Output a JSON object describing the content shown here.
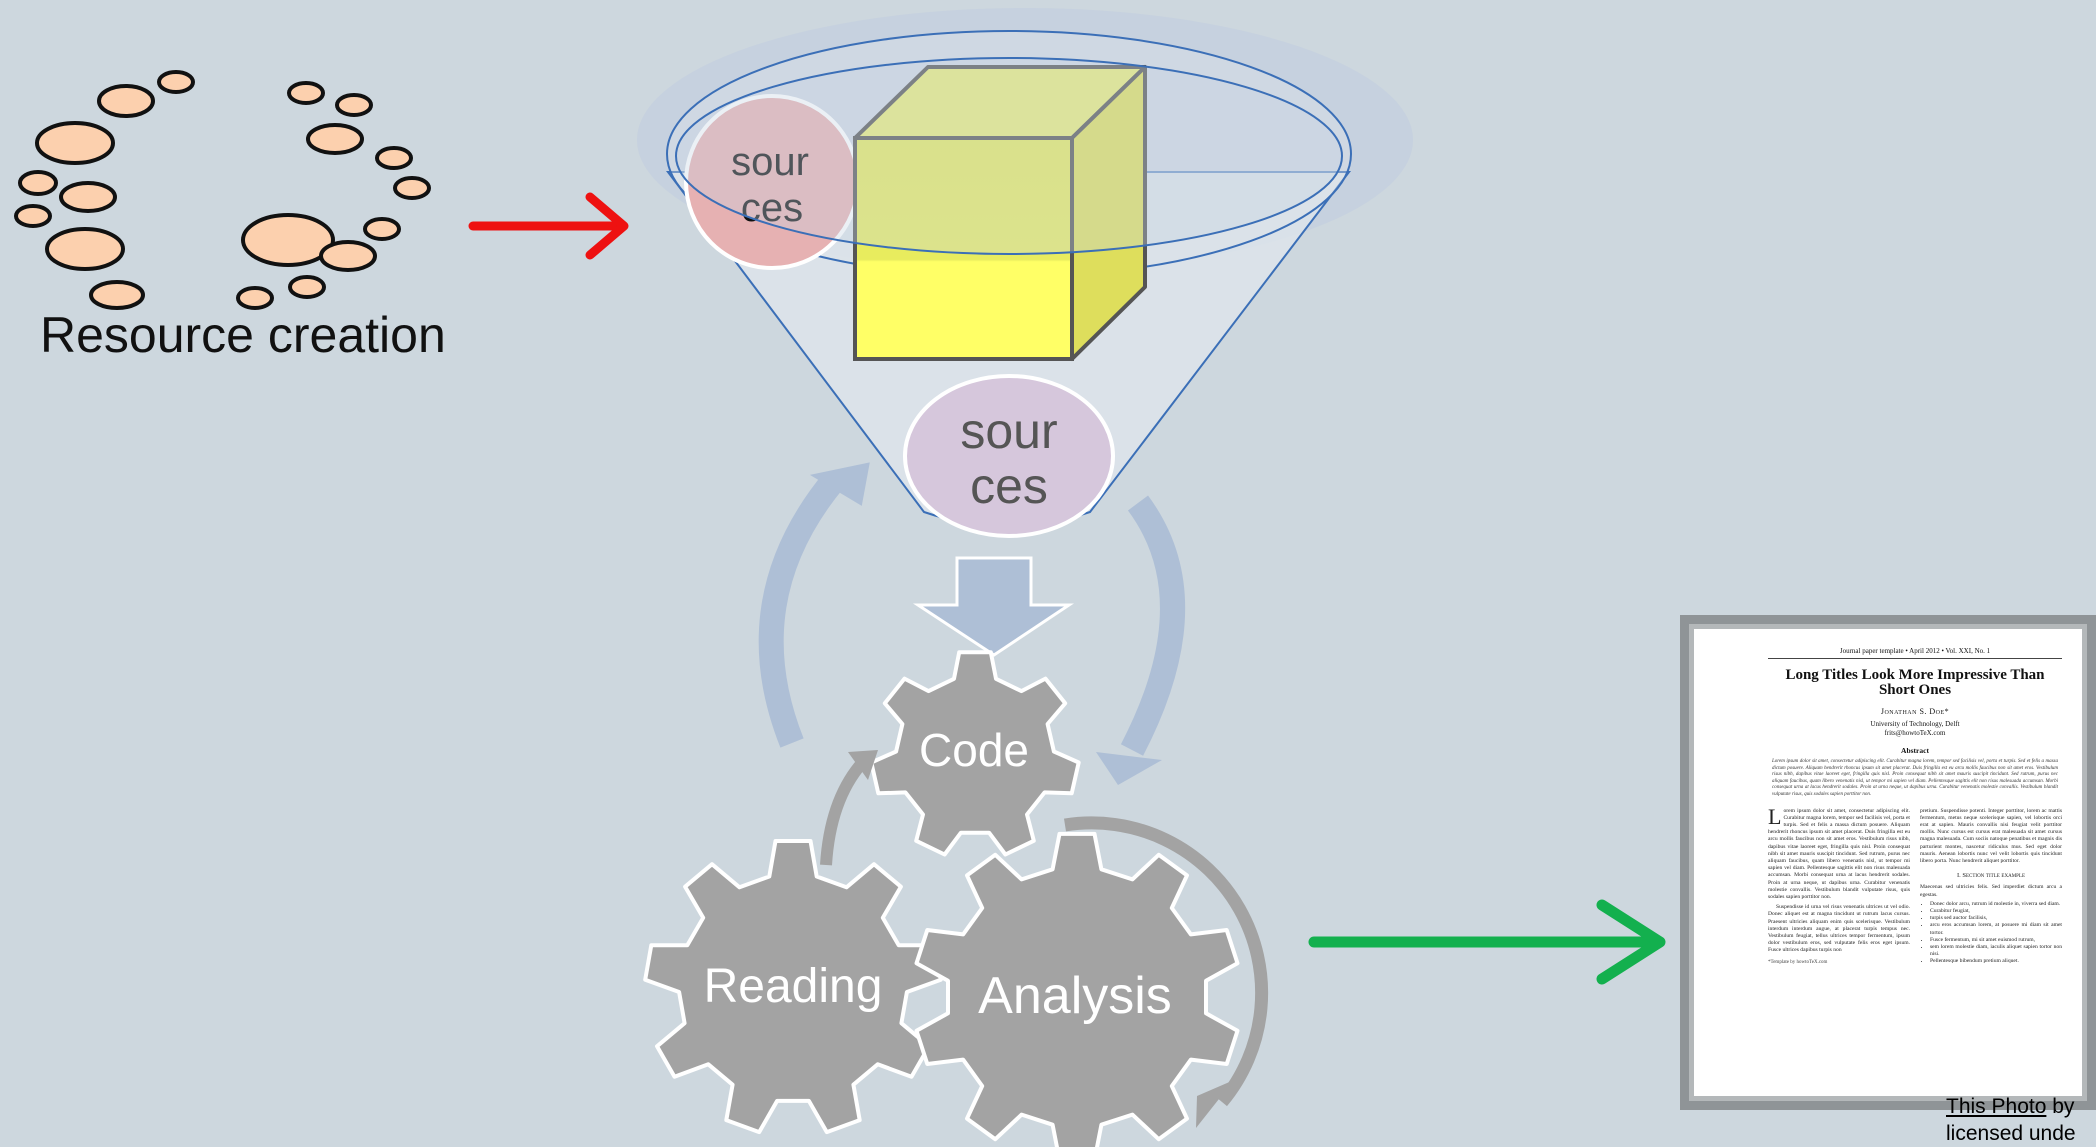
{
  "resource": {
    "caption": "Resource creation"
  },
  "funnel": {
    "source_top_label": "sour\nces",
    "source_bottom_label": "sour\nces"
  },
  "gears": {
    "code": "Code",
    "reading": "Reading",
    "analysis": "Analysis"
  },
  "paper": {
    "header": "Journal paper template • April 2012 • Vol. XXI, No. 1",
    "title": "Long Titles Look More Impressive Than Short Ones",
    "author": "Jonathan S. Doe*",
    "affiliation": "University of Technology, Delft",
    "email": "frits@howtoTeX.com",
    "abstract_heading": "Abstract",
    "abstract_text": "Lorem ipsum dolor sit amet, consectetur adipiscing elit. Curabitur magna lorem, tempor sed facilisis vel, porta et turpis. Sed et felis a massa dictum posuere. Aliquam hendrerit rhoncus ipsum sit amet placerat. Duis fringilla est eu arcu mollis faucibus non sit amet eros. Vestibulum risus nibh, dapibus vitae laoreet eget, fringilla quis nisl. Proin consequat nibh sit amet mauris suscipit tincidunt. Sed rutrum, purus nec aliquam faucibus, quam libero venenatis nisl, ut tempor mi sapien vel diam. Pellentesque sagittis elit non risus malesuada accumsan. Morbi consequat urna at lacus hendrerit sodales. Proin at urna neque, ut dapibus urna. Curabitur venenatis molestie convallis. Vestibulum blandit vulputate risus, quis sodales sapien porttitor non.",
    "dropcap": "L",
    "body_left": "orem ipsum dolor sit amet, consectetur adipiscing elit. Curabitur magna lorem, tempor sed facilisis vel, porta et turpis. Sed et felis a massa dictum posuere. Aliquam hendrerit rhoncus ipsum sit amet placerat. Duis fringilla est eu arcu mollis faucibus non sit amet eros. Vestibulum risus nibh, dapibus vitae laoreet eget, fringilla quis nisl. Proin consequat nibh sit amet mauris suscipit tincidunt. Sed rutrum, purus nec aliquam faucibus, quam libero venenatis nisl, ut tempor mi sapien vel diam. Pellentesque sagittis elit non risus malesuada accumsan. Morbi consequat urna at lacus hendrerit sodales. Proin at urna neque, ut dapibus urna. Curabitur venenatis molestie convallis. Vestibulum blandit vulputate risus, quis sodales sapien porttitor non.",
    "body_left_2": "Suspendisse id urna vel risus venenatis ultrices ut vel odio. Donec aliquet est at magna tincidunt ut rutrum lacus cursus. Praesent ultricies aliquam enim quis scelerisque. Vestibulum interdum interdum augue, at placerat turpis tempus nec. Vestibulum feugiat, tellus ultrices tempor fermentum, ipsum dolor vestibulum eros, sed vulputate felis eros eget ipsum. Fusce ultrices dapibus turpis non",
    "footnote": "*Template by howtoTeX.com",
    "body_right": "pretium. Suspendisse potenti. Integer porttitor, lorem ac mattis fermentum, metus neque scelerisque sapien, vel lobortis orci erat at sapien. Mauris convallis nisi feugiat velit porttitor mollis. Nunc cursus est cursus erat malesuada sit amet cursus magna malesuada. Cum sociis natoque penatibus et magnis dis parturient montes, nascetur ridiculus mus. Sed eget dolor mauris. Aenean lobortis nunc vel velit lobortis quis tincidunt libero porta. Nunc hendrerit aliquet porttitor.",
    "section_heading": "I. Section title example",
    "section_text": "Maecenas sed ultricies felis. Sed imperdiet dictum arcu a egestas.",
    "list": [
      "Donec dolor arcu, rutrum id molestie in, viverra sed diam.",
      "Curabitur feugiat,",
      "turpis sed auctor facilisis,",
      "arcu eros accumsan lorem, at posuere mi diam sit amet tortor.",
      "Fusce fermentum, mi sit amet euismod rutrum,",
      "sem lorem molestie diam, iaculis aliquet sapien tortor non nisi.",
      "Pellentesque bibendum pretium aliquet."
    ]
  },
  "credit": {
    "link": "This Photo",
    "by": " by",
    "line2": "licensed unde"
  },
  "colors": {
    "background": "#cdd7de",
    "bubble_fill": "#fcd0ae",
    "red_arrow": "#ee1111",
    "green_arrow": "#13b04e",
    "cube_front": "#ffff66",
    "cube_top": "#f0f07a",
    "cube_side": "#e0e060",
    "source_top": "#e6b1b2",
    "source_bottom": "#d6c7dc",
    "gear": "#a3a3a3",
    "cycle_arrow": "#aebfd6"
  }
}
